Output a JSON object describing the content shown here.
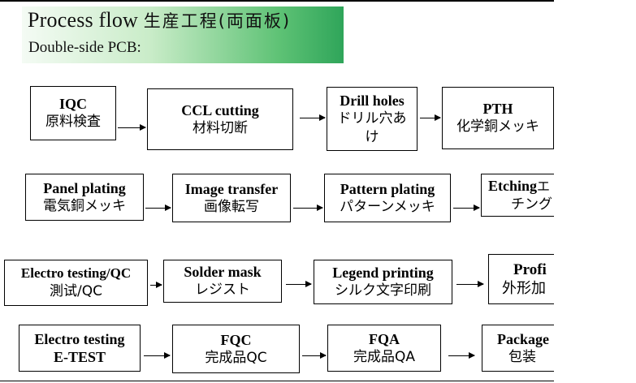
{
  "header": {
    "title_en": "Process flow",
    "title_cjk": "生産工程(両面板)",
    "subtitle": "Double-side PCB:"
  },
  "steps": [
    {
      "en": "IQC",
      "ja": "原料検査"
    },
    {
      "en": "CCL cutting",
      "ja": "材料切断"
    },
    {
      "en": "Drill holes",
      "ja": "ドリル穴あ",
      "ja2": "け"
    },
    {
      "en": "PTH",
      "ja": "化学銅メッキ"
    },
    {
      "en": "Panel plating",
      "ja": "電気銅メッキ"
    },
    {
      "en": "Image transfer",
      "ja": "画像転写"
    },
    {
      "en": "Pattern plating",
      "ja": "パターンメッキ"
    },
    {
      "en": "Etching",
      "en_tail": "エ",
      "ja": "チング"
    },
    {
      "en": "Electro testing/QC",
      "ja": "測试/QC"
    },
    {
      "en": "Solder mask",
      "ja": "レジスト"
    },
    {
      "en": "Legend printing",
      "ja": "シルク文字印刷"
    },
    {
      "en": "Profi",
      "ja": "外形加"
    },
    {
      "en": "Electro testing",
      "ja": "E-TEST"
    },
    {
      "en": "FQC",
      "ja": "完成品QC"
    },
    {
      "en": "FQA",
      "ja": "完成品QA"
    },
    {
      "en": "Package",
      "ja": "包装"
    }
  ]
}
